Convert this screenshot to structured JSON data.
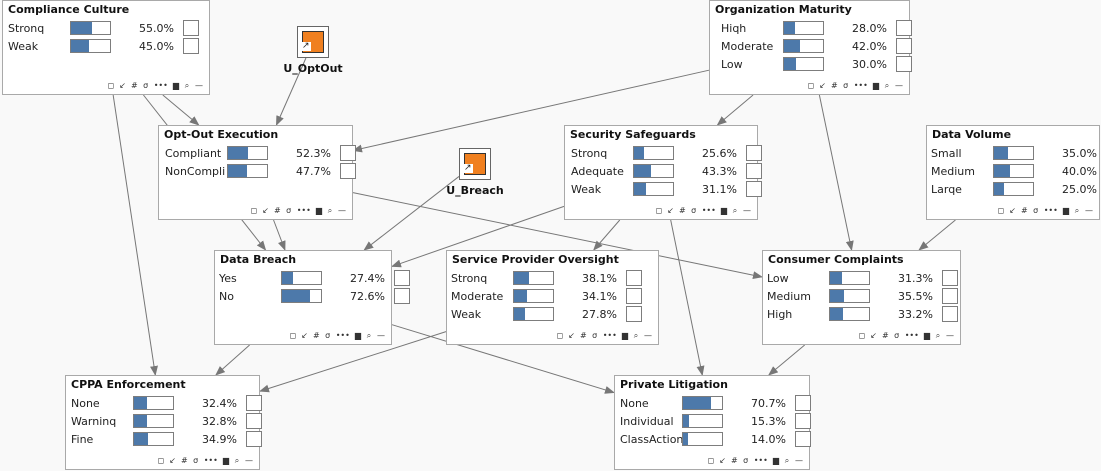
{
  "tool_icons": [
    "◻",
    "↙",
    "#",
    "σ",
    "•••",
    "▆",
    "⌕",
    "—"
  ],
  "colors": {
    "bar": "#4d79aa",
    "utility": "#f08020",
    "edge": "#777777"
  },
  "nodes": {
    "compliance_culture": {
      "title": "Compliance Culture",
      "states": [
        {
          "label": "Stronq",
          "value": "55.0%",
          "fraction": 0.55
        },
        {
          "label": "Weak",
          "value": "45.0%",
          "fraction": 0.45
        }
      ]
    },
    "organization_maturity": {
      "title": "Organization Maturity",
      "states": [
        {
          "label": "Hiqh",
          "value": "28.0%",
          "fraction": 0.28
        },
        {
          "label": "Moderate",
          "value": "42.0%",
          "fraction": 0.42
        },
        {
          "label": "Low",
          "value": "30.0%",
          "fraction": 0.3
        }
      ]
    },
    "opt_out_execution": {
      "title": "Opt-Out Execution",
      "states": [
        {
          "label": "Compliant",
          "value": "52.3%",
          "fraction": 0.523
        },
        {
          "label": "NonCompli",
          "value": "47.7%",
          "fraction": 0.477
        }
      ]
    },
    "security_safeguards": {
      "title": "Security Safeguards",
      "states": [
        {
          "label": "Stronq",
          "value": "25.6%",
          "fraction": 0.256
        },
        {
          "label": "Adequate",
          "value": "43.3%",
          "fraction": 0.433
        },
        {
          "label": "Weak",
          "value": "31.1%",
          "fraction": 0.311
        }
      ]
    },
    "data_volume": {
      "title": "Data Volume",
      "states": [
        {
          "label": "Small",
          "value": "35.0%",
          "fraction": 0.35
        },
        {
          "label": "Medium",
          "value": "40.0%",
          "fraction": 0.4
        },
        {
          "label": "Larqe",
          "value": "25.0%",
          "fraction": 0.25
        }
      ]
    },
    "data_breach": {
      "title": "Data Breach",
      "states": [
        {
          "label": "Yes",
          "value": "27.4%",
          "fraction": 0.274
        },
        {
          "label": "No",
          "value": "72.6%",
          "fraction": 0.726
        }
      ]
    },
    "service_provider_oversight": {
      "title": "Service Provider Oversight",
      "states": [
        {
          "label": "Stronq",
          "value": "38.1%",
          "fraction": 0.381
        },
        {
          "label": "Moderate",
          "value": "34.1%",
          "fraction": 0.341
        },
        {
          "label": "Weak",
          "value": "27.8%",
          "fraction": 0.278
        }
      ]
    },
    "consumer_complaints": {
      "title": "Consumer Complaints",
      "states": [
        {
          "label": "Low",
          "value": "31.3%",
          "fraction": 0.313
        },
        {
          "label": "Medium",
          "value": "35.5%",
          "fraction": 0.355
        },
        {
          "label": "High",
          "value": "33.2%",
          "fraction": 0.332
        }
      ]
    },
    "cppa_enforcement": {
      "title": "CPPA Enforcement",
      "states": [
        {
          "label": "None",
          "value": "32.4%",
          "fraction": 0.324
        },
        {
          "label": "Warninq",
          "value": "32.8%",
          "fraction": 0.328
        },
        {
          "label": "Fine",
          "value": "34.9%",
          "fraction": 0.349
        }
      ]
    },
    "private_litigation": {
      "title": "Private Litigation",
      "states": [
        {
          "label": "None",
          "value": "70.7%",
          "fraction": 0.707
        },
        {
          "label": "Individual",
          "value": "15.3%",
          "fraction": 0.153
        },
        {
          "label": "ClassAction",
          "value": "14.0%",
          "fraction": 0.14
        }
      ]
    }
  },
  "utilities": {
    "u_optout": {
      "label": "U_OptOut"
    },
    "u_breach": {
      "label": "U_Breach"
    }
  },
  "edges": [
    [
      "compliance_culture",
      "opt_out_execution"
    ],
    [
      "compliance_culture",
      "data_breach"
    ],
    [
      "compliance_culture",
      "cppa_enforcement"
    ],
    [
      "u_optout",
      "opt_out_execution"
    ],
    [
      "organization_maturity",
      "opt_out_execution"
    ],
    [
      "organization_maturity",
      "security_safeguards"
    ],
    [
      "organization_maturity",
      "consumer_complaints"
    ],
    [
      "opt_out_execution",
      "data_breach"
    ],
    [
      "opt_out_execution",
      "consumer_complaints"
    ],
    [
      "u_breach",
      "data_breach"
    ],
    [
      "security_safeguards",
      "data_breach"
    ],
    [
      "security_safeguards",
      "service_provider_oversight"
    ],
    [
      "security_safeguards",
      "private_litigation"
    ],
    [
      "data_volume",
      "consumer_complaints"
    ],
    [
      "data_breach",
      "cppa_enforcement"
    ],
    [
      "data_breach",
      "private_litigation"
    ],
    [
      "service_provider_oversight",
      "cppa_enforcement"
    ],
    [
      "consumer_complaints",
      "private_litigation"
    ]
  ]
}
